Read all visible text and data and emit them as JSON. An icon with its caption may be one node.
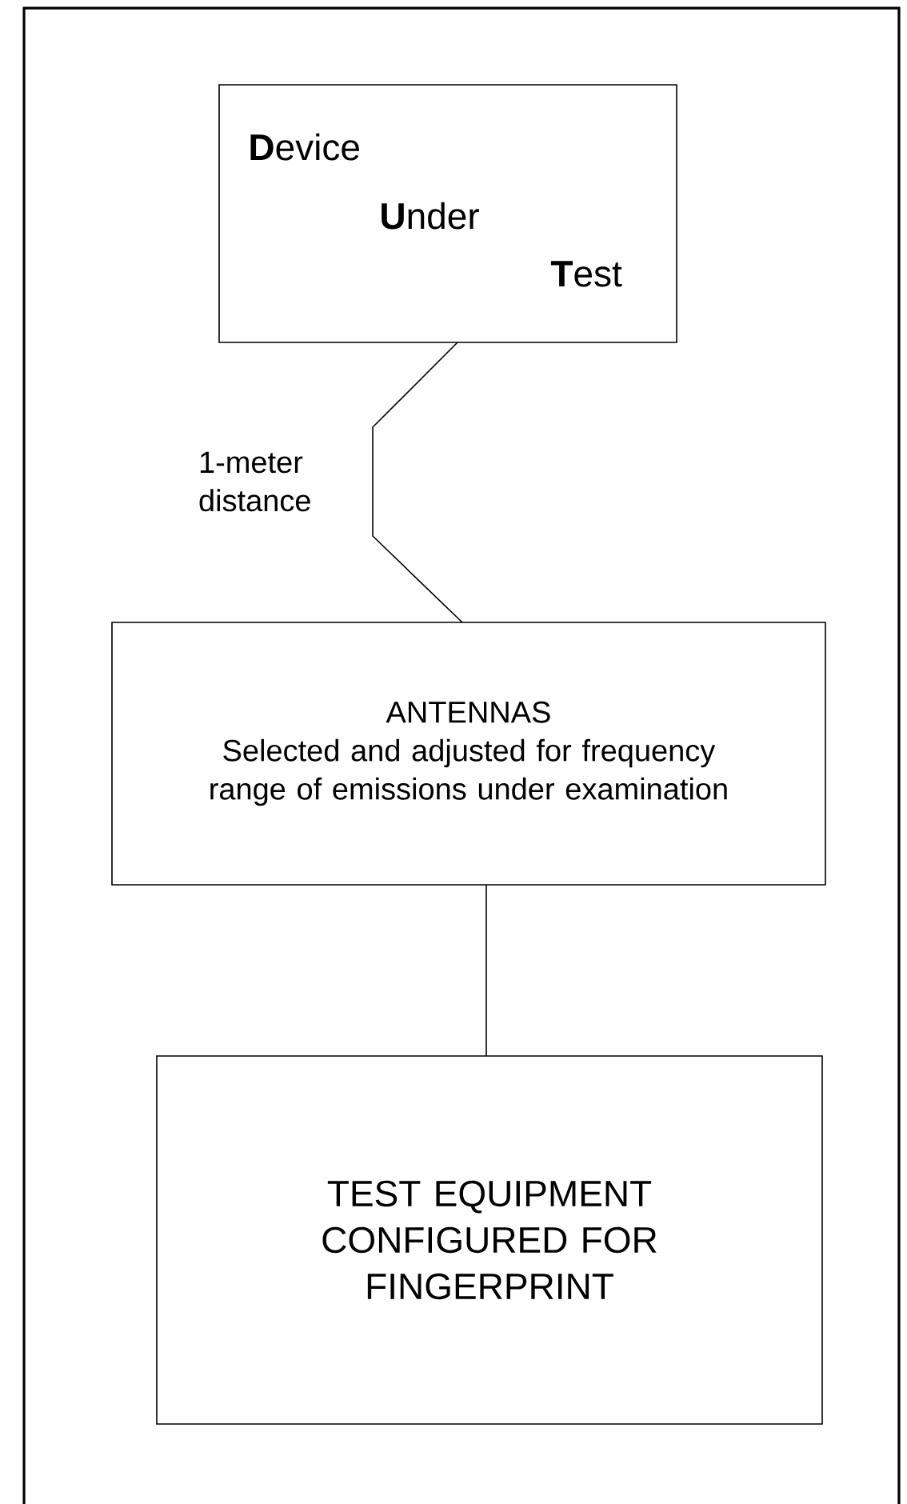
{
  "diagram": {
    "nodes": [
      {
        "text": [
          "**D**evice",
          "**U**nder",
          "**T**est"
        ]
      },
      {
        "text": [
          "ANTENNAS",
          "Selected and adjusted for frequency range of emissions under examination"
        ]
      },
      {
        "text": [
          "TEST EQUIPMENT CONFIGURED FOR FINGERPRINT"
        ]
      }
    ],
    "edges": [
      {
        "from": 0,
        "to": 1,
        "arrow": "none",
        "label": "1-meter distance"
      },
      {
        "from": 1,
        "to": 2,
        "arrow": "none"
      }
    ]
  }
}
